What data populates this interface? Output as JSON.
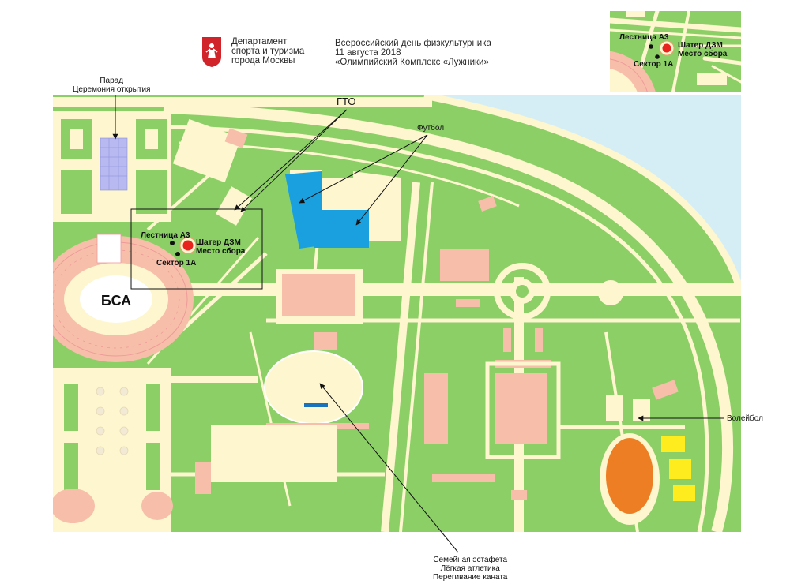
{
  "header": {
    "org_line1": "Департамент",
    "org_line2": "спорта и туризма",
    "org_line3": "города Москвы",
    "event_line1": "Всероссийский день физкультурника",
    "event_line2": "11 августа 2018",
    "event_line3": "«Олимпийский Комплекс «Лужники»"
  },
  "inset": {
    "stair": "Лестница А3",
    "tent_line1": "Шатер ДЗМ",
    "tent_line2": "Место сбора",
    "sector": "Сектор 1А"
  },
  "labels": {
    "parade_line1": "Парад",
    "parade_line2": "Церемония открытия",
    "gto": "ГТО",
    "football": "Футбол",
    "volleyball": "Волейбол",
    "stair": "Лестница А3",
    "tent_line1": "Шатер ДЗМ",
    "tent_line2": "Место сбора",
    "sector": "Сектор 1А",
    "stadium": "БСА",
    "relay_line1": "Семейная эстафета",
    "relay_line2": "Лёгкая атлетика",
    "relay_line3": "Перегивание каната"
  },
  "colors": {
    "grass": "#8ccf67",
    "path": "#fdf6cf",
    "building": "#f7bfa9",
    "river": "#d5eef6",
    "highlight_blue": "#1aa0df",
    "highlight_yellow": "#ffec1f",
    "track_orange": "#ee7e23",
    "marker_red": "#e8221c"
  }
}
